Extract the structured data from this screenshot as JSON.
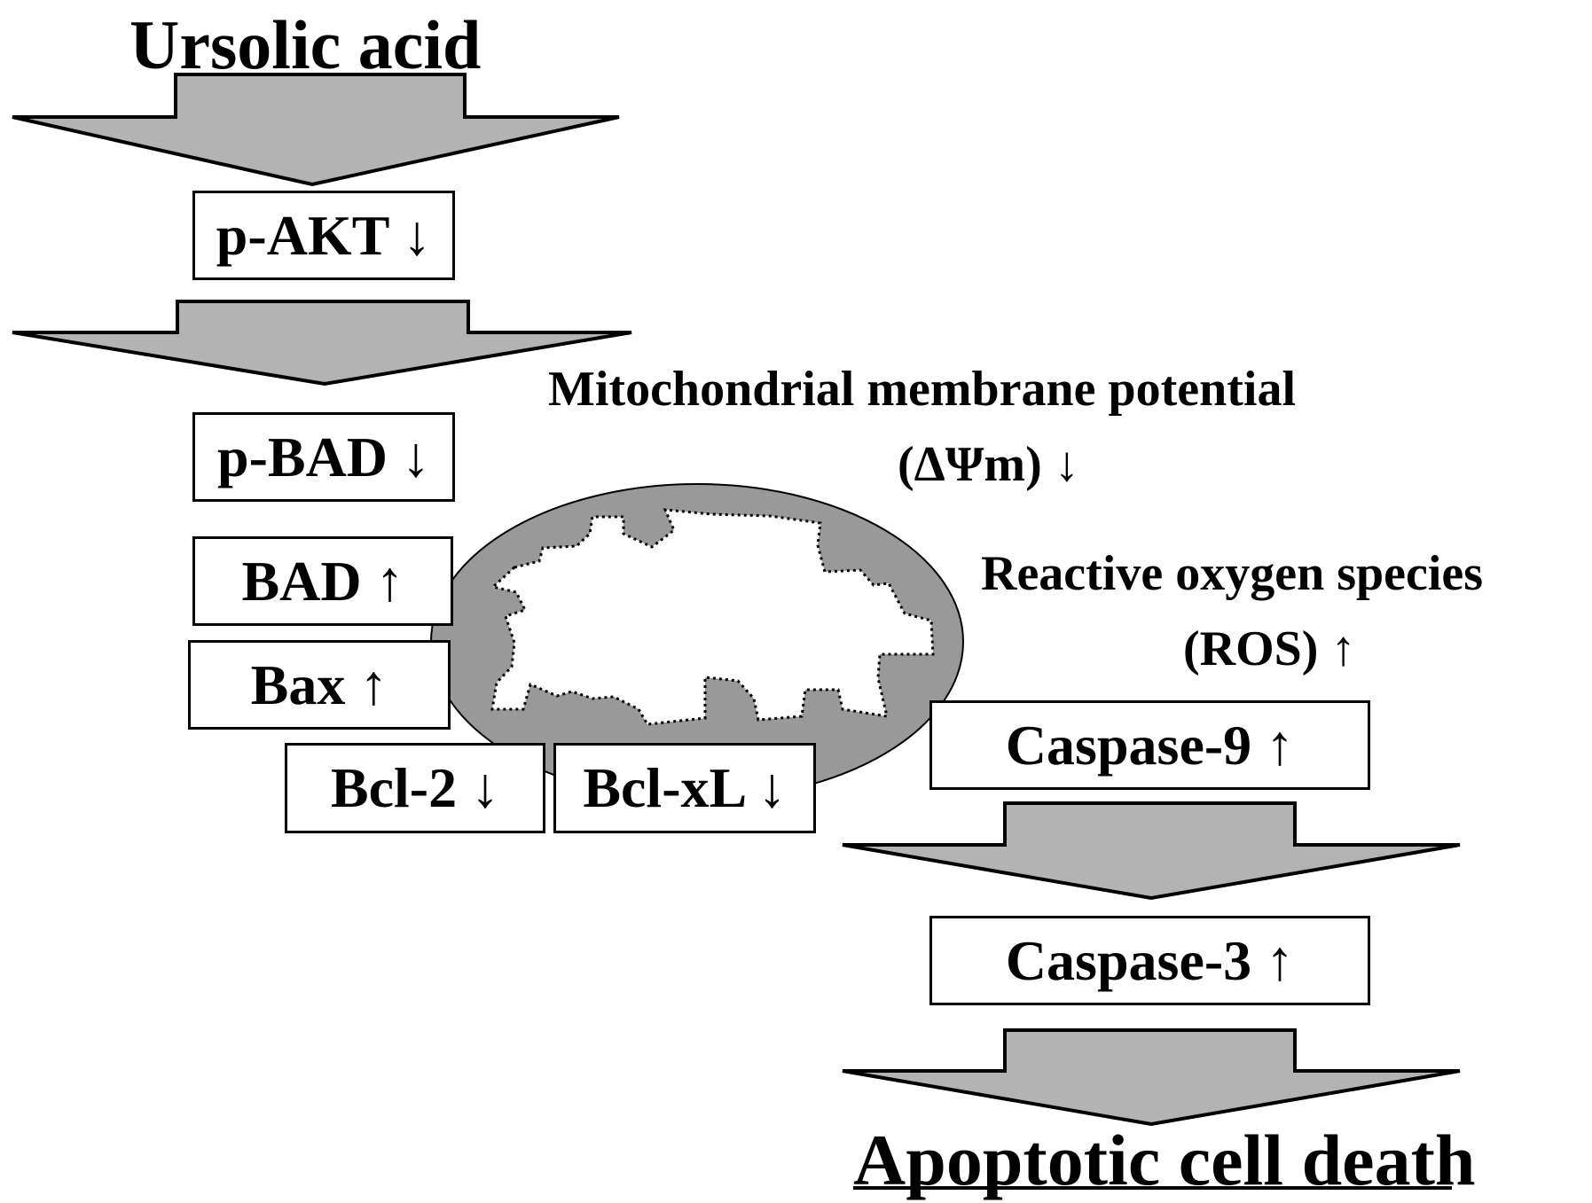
{
  "start_label": "Ursolic acid",
  "end_label": "Apoptotic cell death",
  "mitochondrial": {
    "line1": "Mitochondrial membrane potential",
    "line2": "(ΔΨm) ↓"
  },
  "ros": {
    "line1": "Reactive oxygen species",
    "line2": "(ROS) ↑"
  },
  "boxes": {
    "p_akt": "p-AKT ↓",
    "p_bad": "p-BAD ↓",
    "bad": "BAD ↑",
    "bax": "Bax ↑",
    "bcl2": "Bcl-2 ↓",
    "bclxl": "Bcl-xL ↓",
    "caspase9": "Caspase-9 ↑",
    "caspase3": "Caspase-3 ↑"
  },
  "colors": {
    "arrow_fill": "#b3b3b3",
    "mitochondrion_fill": "#999999",
    "stroke": "#000000",
    "background": "#ffffff"
  }
}
